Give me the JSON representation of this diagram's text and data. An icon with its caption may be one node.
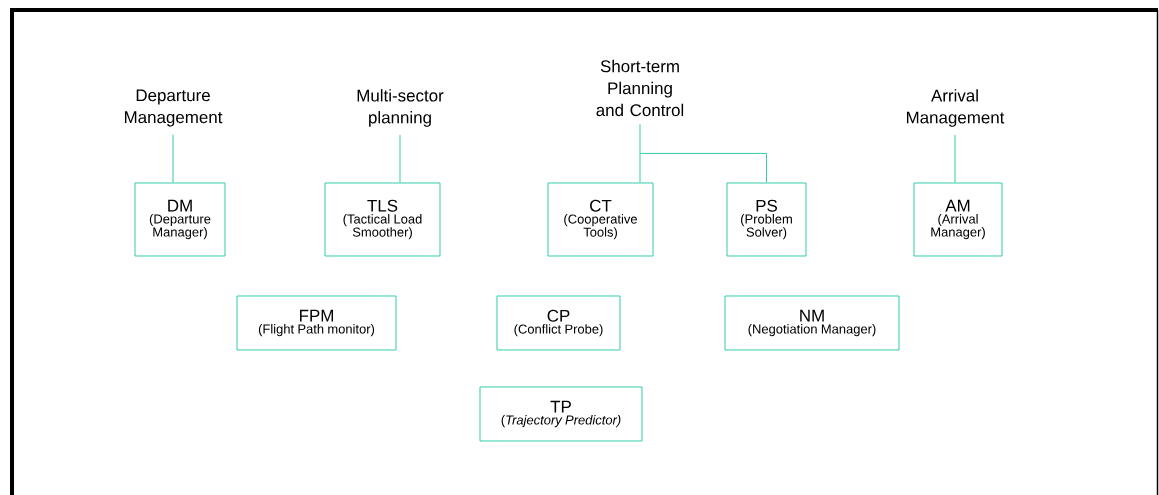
{
  "diagram": {
    "nodes": [
      {
        "text": [
          "Departure Management"
        ]
      },
      {
        "text": [
          "Multi-sector planning"
        ]
      },
      {
        "text": [
          "Short-term Planning and Control"
        ]
      },
      {
        "text": [
          "Arrival Management"
        ]
      },
      {
        "text": [
          "DM",
          "(Departure Manager)"
        ]
      },
      {
        "text": [
          "TLS",
          "(Tactical Load Smoother)"
        ]
      },
      {
        "text": [
          "CT",
          "(Cooperative Tools)"
        ]
      },
      {
        "text": [
          "PS",
          "(Problem Solver)"
        ]
      },
      {
        "text": [
          "AM",
          "(Arrival Manager)"
        ]
      },
      {
        "text": [
          "FPM",
          "(Flight Path monitor)"
        ]
      },
      {
        "text": [
          "CP",
          "(Conflict Probe)"
        ]
      },
      {
        "text": [
          "NM",
          "(Negotiation Manager)"
        ]
      },
      {
        "text": [
          "TP",
          "(*Trajectory Predictor)*"
        ]
      }
    ],
    "edges": [
      {
        "from": 0,
        "to": 4,
        "arrow": "none"
      },
      {
        "from": 1,
        "to": 5,
        "arrow": "none"
      },
      {
        "from": 2,
        "to": 6,
        "arrow": "none"
      },
      {
        "from": 2,
        "to": 7,
        "arrow": "none"
      },
      {
        "from": 3,
        "to": 8,
        "arrow": "none"
      }
    ]
  }
}
